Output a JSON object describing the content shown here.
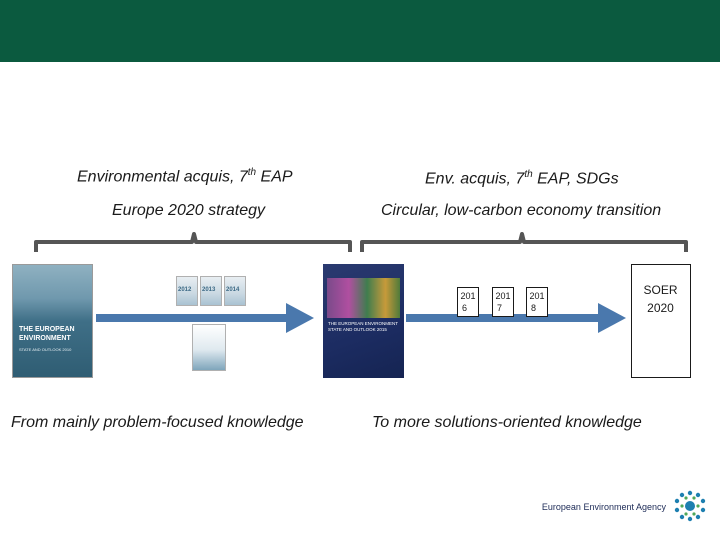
{
  "colors": {
    "banner": "#0b5a3f",
    "bracket": "#555555",
    "arrow": "#4a78ad",
    "logo": "#1d7fb0"
  },
  "left_column": {
    "context": {
      "text_before": "Environmental acquis, 7",
      "sup": "th",
      "text_after": " EAP"
    },
    "strategy": "Europe 2020 strategy",
    "caption": "From mainly problem-focused knowledge"
  },
  "right_column": {
    "context": {
      "text_before": "Env. acquis, 7",
      "sup": "th",
      "text_after": " EAP, SDGs"
    },
    "strategy": "Circular, low-carbon economy transition",
    "caption": "To more solutions-oriented knowledge"
  },
  "reports": {
    "big_cover": {
      "head": "THE EUROPEAN\nENVIRONMENT",
      "sub": "STATE AND OUTLOOK 2010"
    },
    "mini_years": [
      "2012",
      "2013",
      "2014"
    ],
    "soe_cover": {
      "title": "THE EUROPEAN ENVIRONMENT\nSTATE AND OUTLOOK 2015"
    },
    "year_boxes": [
      {
        "line1": "201",
        "line2": "6"
      },
      {
        "line1": "201",
        "line2": "7"
      },
      {
        "line1": "201",
        "line2": "8"
      }
    ],
    "soer": {
      "line1": "SOER",
      "line2": "2020"
    }
  },
  "footer": {
    "org": "European Environment Agency",
    "logo_icon": "eea-logo-icon"
  }
}
